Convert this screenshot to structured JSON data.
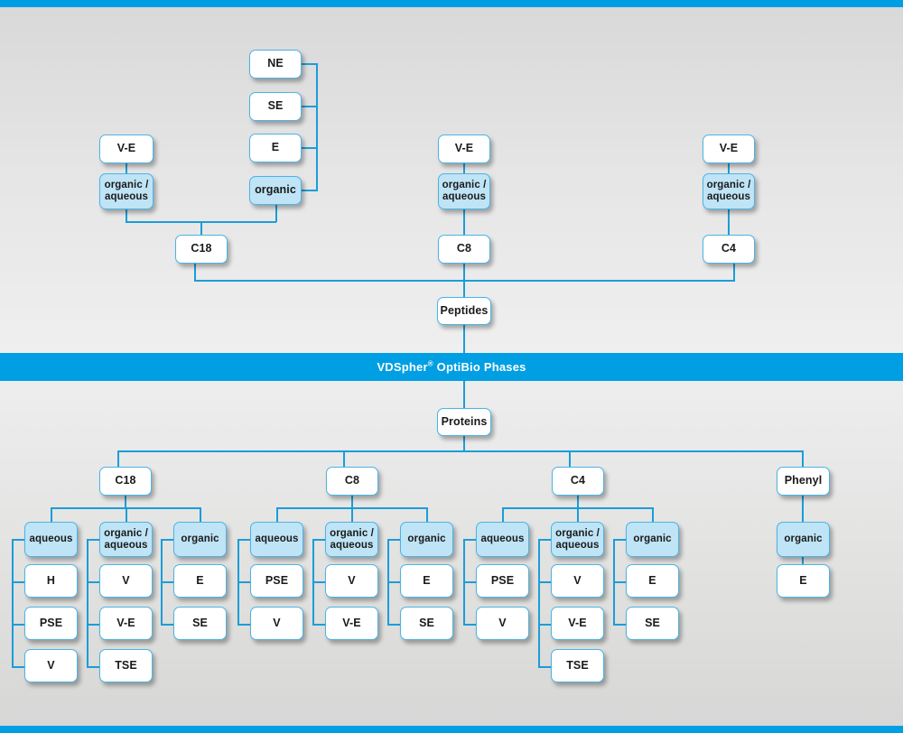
{
  "banner": {
    "text_prefix": "VDSpher",
    "text_sup": "®",
    "text_suffix": " OptiBio Phases",
    "color": "#009fe3"
  },
  "colors": {
    "accent": "#009fe3",
    "line": "#1b9dd9",
    "node_border": "#4bb4e6",
    "node_fill": "#ffffff",
    "node_fill_highlight": "#bfe4f6",
    "background": "#e4e4e4"
  },
  "peptides": {
    "root_label": "Peptides",
    "columns": [
      {
        "phase_label": "C18",
        "mode_label": "organic / aqueous",
        "mode_line1": "organic /",
        "mode_line2": "aqueous",
        "mode_top_label": "V-E",
        "organic_label": "organic",
        "organic_items": [
          "NE",
          "SE",
          "E"
        ]
      },
      {
        "phase_label": "C8",
        "mode_label": "organic / aqueous",
        "mode_line1": "organic /",
        "mode_line2": "aqueous",
        "mode_top_label": "V-E"
      },
      {
        "phase_label": "C4",
        "mode_label": "organic / aqueous",
        "mode_line1": "organic /",
        "mode_line2": "aqueous",
        "mode_top_label": "V-E"
      }
    ]
  },
  "proteins": {
    "root_label": "Proteins",
    "groups": [
      {
        "phase_label": "C18",
        "modes": [
          {
            "label": "aqueous",
            "line1": "aqueous",
            "line2": "",
            "items": [
              "H",
              "PSE",
              "V"
            ]
          },
          {
            "label": "organic / aqueous",
            "line1": "organic /",
            "line2": "aqueous",
            "items": [
              "V",
              "V-E",
              "TSE"
            ]
          },
          {
            "label": "organic",
            "line1": "organic",
            "line2": "",
            "items": [
              "E",
              "SE"
            ]
          }
        ]
      },
      {
        "phase_label": "C8",
        "modes": [
          {
            "label": "aqueous",
            "line1": "aqueous",
            "line2": "",
            "items": [
              "PSE",
              "V"
            ]
          },
          {
            "label": "organic / aqueous",
            "line1": "organic /",
            "line2": "aqueous",
            "items": [
              "V",
              "V-E"
            ]
          },
          {
            "label": "organic",
            "line1": "organic",
            "line2": "",
            "items": [
              "E",
              "SE"
            ]
          }
        ]
      },
      {
        "phase_label": "C4",
        "modes": [
          {
            "label": "aqueous",
            "line1": "aqueous",
            "line2": "",
            "items": [
              "PSE",
              "V"
            ]
          },
          {
            "label": "organic / aqueous",
            "line1": "organic /",
            "line2": "aqueous",
            "items": [
              "V",
              "V-E",
              "TSE"
            ]
          },
          {
            "label": "organic",
            "line1": "organic",
            "line2": "",
            "items": [
              "E",
              "SE"
            ]
          }
        ]
      },
      {
        "phase_label": "Phenyl",
        "modes": [
          {
            "label": "organic",
            "line1": "organic",
            "line2": "",
            "items": [
              "E"
            ]
          }
        ]
      }
    ]
  }
}
